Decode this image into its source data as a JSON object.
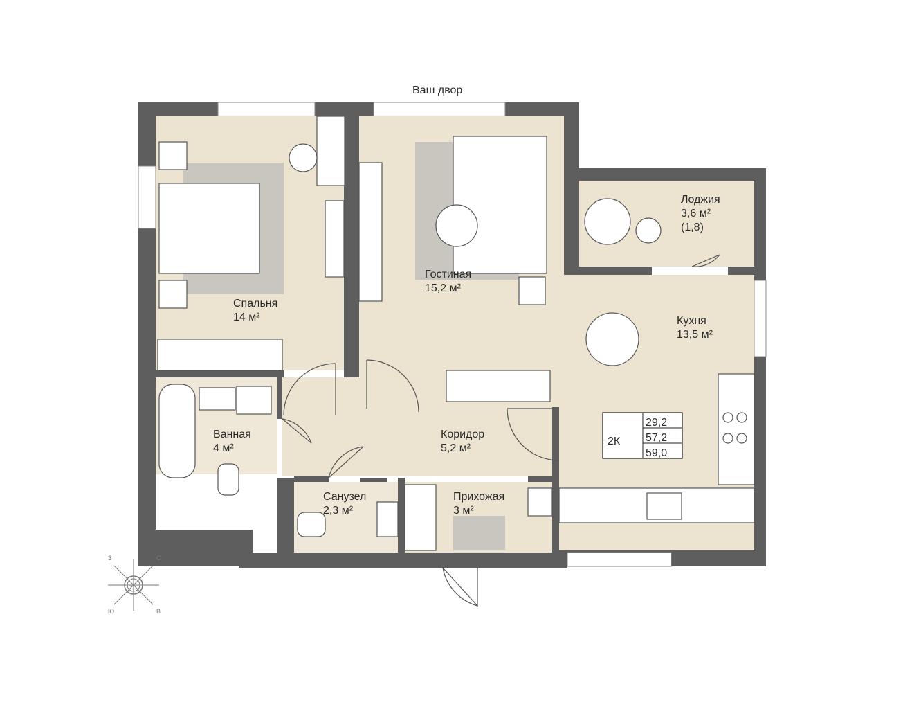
{
  "header": {
    "yard_label": "Ваш двор"
  },
  "rooms": [
    {
      "id": "bedroom",
      "name": "Спальня",
      "area": "14 м²"
    },
    {
      "id": "living",
      "name": "Гостиная",
      "area": "15,2 м²"
    },
    {
      "id": "loggia",
      "name": "Лоджия",
      "area": "3,6 м²",
      "note": "(1,8)"
    },
    {
      "id": "kitchen",
      "name": "Кухня",
      "area": "13,5 м²"
    },
    {
      "id": "bathroom",
      "name": "Ванная",
      "area": "4 м²"
    },
    {
      "id": "corridor",
      "name": "Коридор",
      "area": "5,2 м²"
    },
    {
      "id": "wc",
      "name": "Санузел",
      "area": "2,3 м²"
    },
    {
      "id": "hall",
      "name": "Прихожая",
      "area": "3 м²"
    }
  ],
  "summary": {
    "type": "2К",
    "living_area": "29,2",
    "total_area": "57,2",
    "total_with_loggia": "59,0"
  },
  "compass": {
    "nw": "З",
    "ne": "С",
    "sw": "Ю",
    "se": "В"
  },
  "colors": {
    "wall": "#5e5e5e",
    "floor": "#ece4d1",
    "rug": "#c9c6bf"
  }
}
